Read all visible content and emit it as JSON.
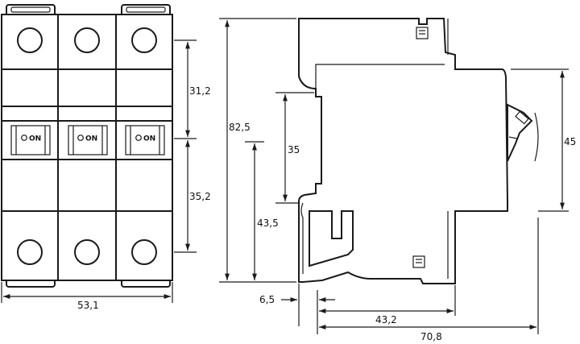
{
  "front_view": {
    "switch_label": "ON",
    "pole_count": 3
  },
  "dimensions": {
    "width_front": "53,1",
    "height_top_section": "31,2",
    "height_bottom_section": "35,2",
    "overall_height": "82,5",
    "rail_height": "35",
    "rail_to_bottom": "43,5",
    "toggle_height": "45",
    "rail_offset": "6,5",
    "depth_to_face": "43,2",
    "overall_depth": "70,8"
  }
}
